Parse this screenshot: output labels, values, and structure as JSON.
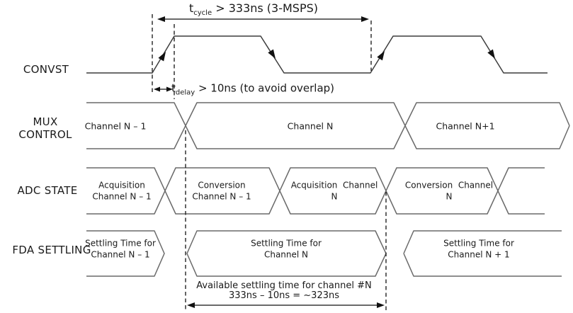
{
  "diagram": {
    "row_labels": {
      "convst": "CONVST",
      "mux_line1": "MUX",
      "mux_line2": "CONTROL",
      "adc": "ADC STATE",
      "fda": "FDA SETTLING"
    },
    "tcycle": {
      "sym": "t",
      "sub": "cycle",
      "rest": " > 333ns (3-MSPS)"
    },
    "tdelay": {
      "sym": "t",
      "sub": "delay",
      "rest": " > 10ns (to avoid overlap)"
    },
    "mux_segments": [
      "Channel N – 1",
      "Channel N",
      "Channel N+1"
    ],
    "adc_segments": [
      {
        "line1": "Acquisition",
        "line2": "Channel N – 1"
      },
      {
        "line1": "Conversion",
        "line2": "Channel N – 1"
      },
      {
        "line1": "Acquisition  Channel",
        "line2": "N"
      },
      {
        "line1": "Conversion  Channel",
        "line2": "N"
      }
    ],
    "fda_segments": [
      {
        "line1": "Settling Time for",
        "line2": "Channel N – 1"
      },
      {
        "line1": "Settling Time for",
        "line2": "Channel N"
      },
      {
        "line1": "Settling Time for",
        "line2": "Channel N + 1"
      }
    ],
    "bottom_note": {
      "line1": "Available settling time for channel #N",
      "line2": "333ns – 10ns = ~323ns"
    },
    "colors": {
      "wave_stroke": "#6a6a6a",
      "convst_stroke": "#3d3d3d",
      "annotation": "#111111"
    }
  }
}
